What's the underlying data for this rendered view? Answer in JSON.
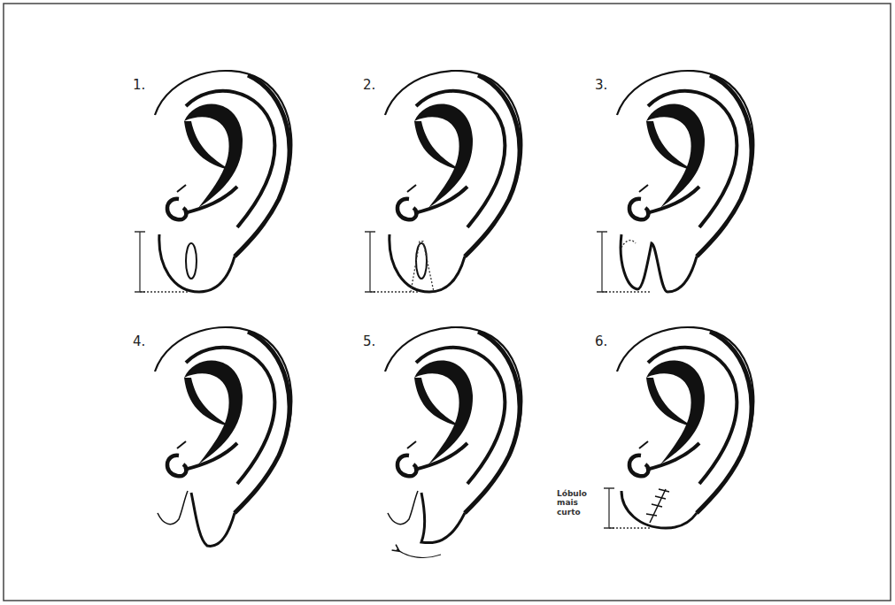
{
  "diagram": {
    "labels": [
      "1.",
      "2.",
      "3.",
      "4.",
      "5.",
      "6.",
      "Lóbulo mais curto"
    ]
  }
}
